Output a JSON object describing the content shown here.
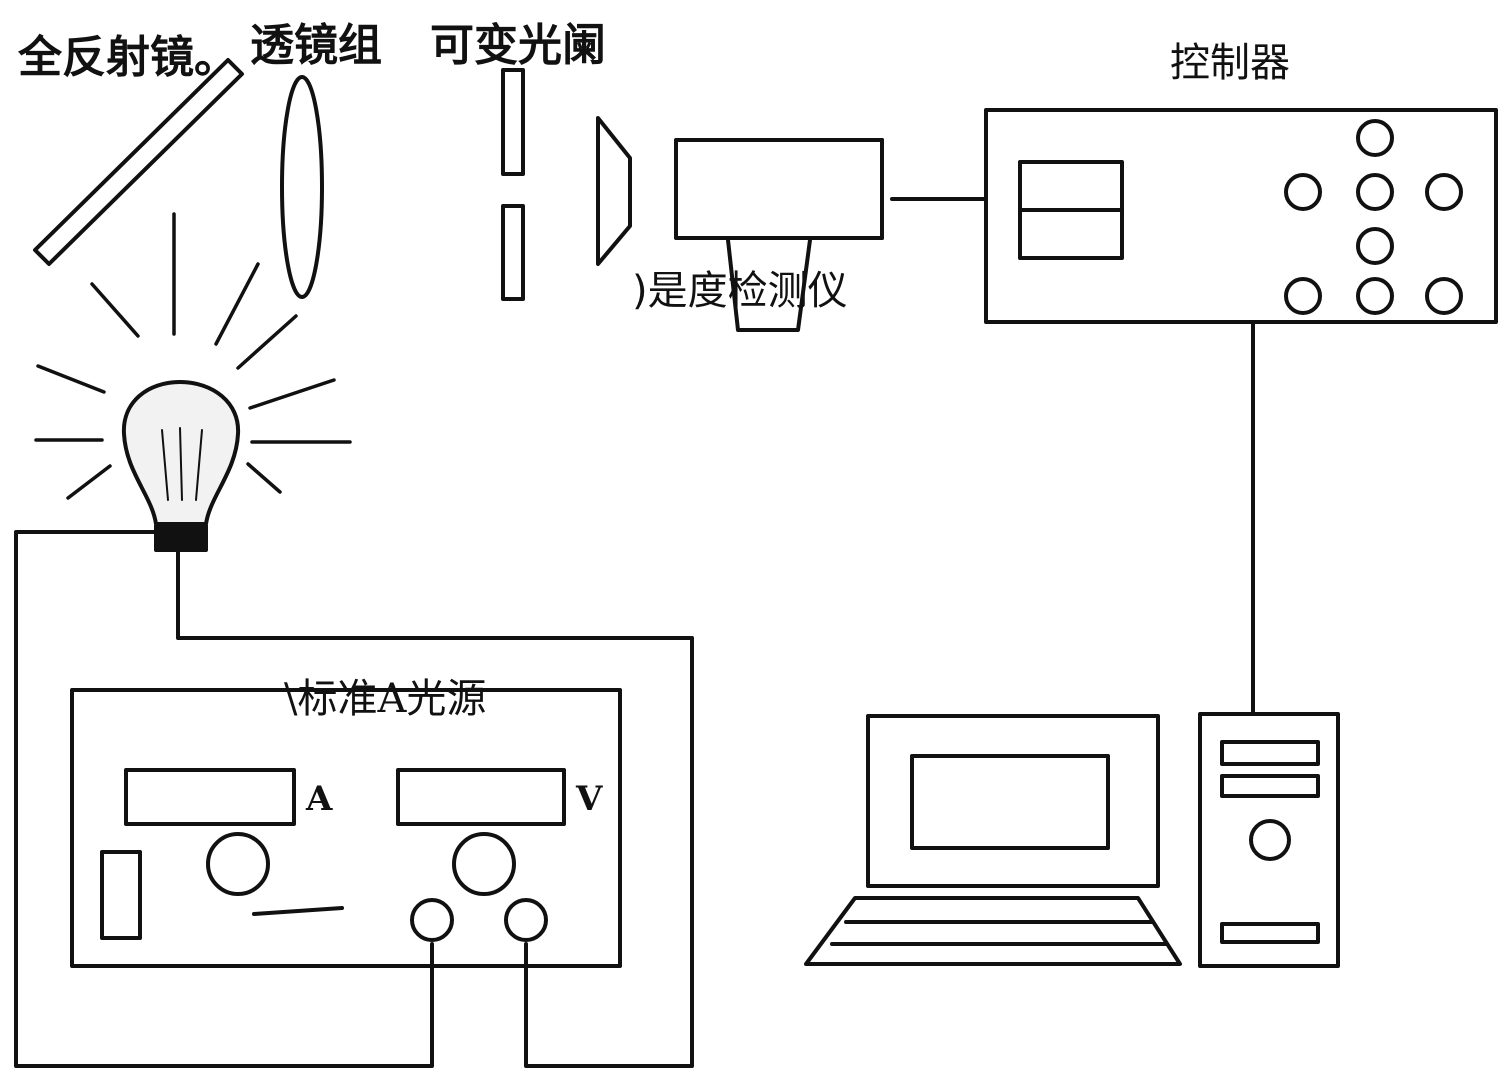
{
  "labels": {
    "mirror": "全反射镜。",
    "lens_group": "透镜组",
    "aperture": "可变光阑",
    "controller": "控制器",
    "detector": ")是度检测仪",
    "light_source": "\\标准A光源",
    "ammeter_unit": "A",
    "voltmeter_unit": "V"
  },
  "colors": {
    "stroke": "#111111",
    "background": "#ffffff"
  }
}
